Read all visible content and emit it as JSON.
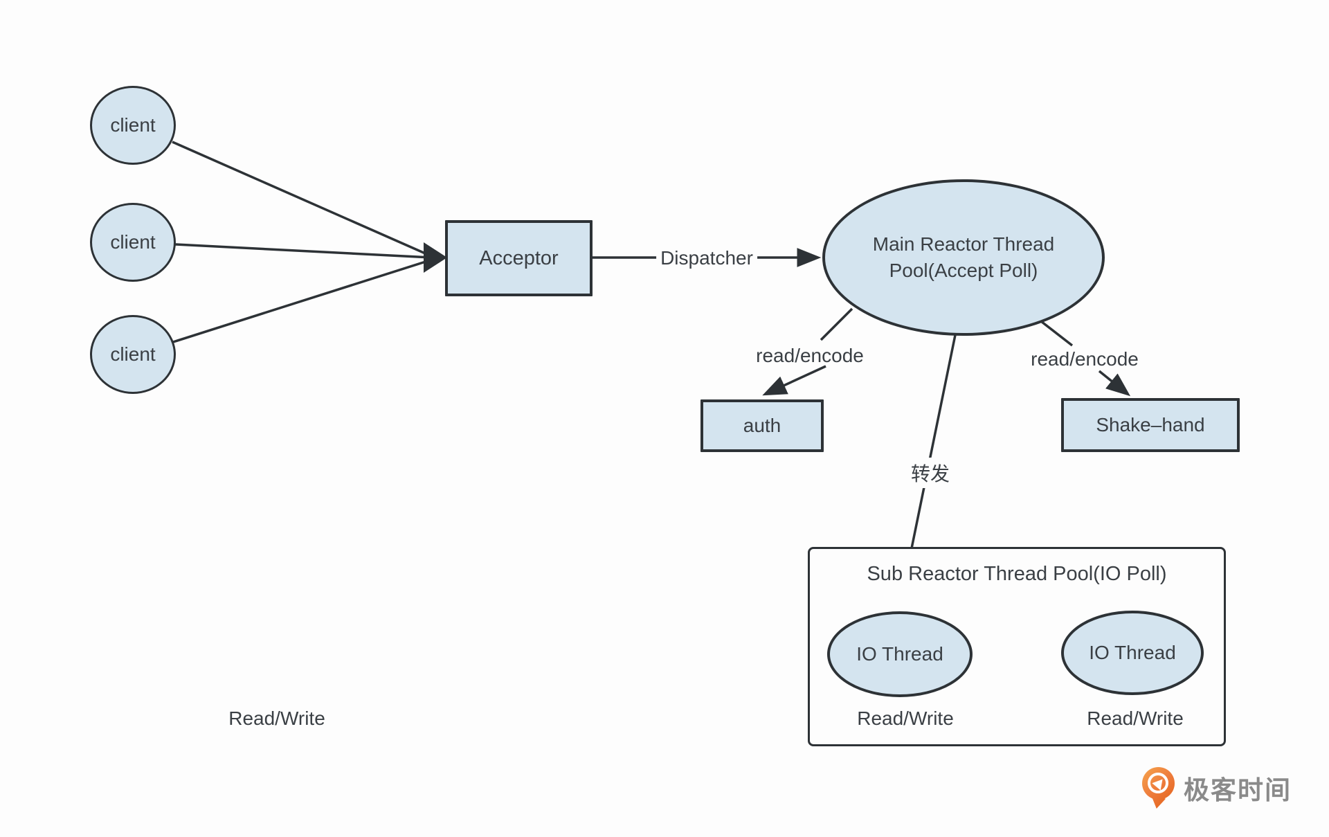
{
  "diagram": {
    "clients": [
      {
        "label": "client"
      },
      {
        "label": "client"
      },
      {
        "label": "client"
      }
    ],
    "acceptor": {
      "label": "Acceptor"
    },
    "dispatcher_label": "Dispatcher",
    "main_reactor": {
      "label": "Main Reactor Thread Pool(Accept Poll)"
    },
    "read_encode_left": "read/encode",
    "read_encode_right": "read/encode",
    "auth": {
      "label": "auth"
    },
    "shake_hand": {
      "label": "Shake–hand"
    },
    "forward_label": "转发",
    "sub_reactor": {
      "title": "Sub Reactor Thread Pool(IO Poll)",
      "io_threads": [
        {
          "label": "IO Thread",
          "caption": "Read/Write"
        },
        {
          "label": "IO Thread",
          "caption": "Read/Write"
        }
      ]
    },
    "read_write_note": "Read/Write",
    "colors": {
      "node_fill": "#d4e4ef",
      "stroke": "#2d3236",
      "logo_orange": "#ee7c3c",
      "logo_text_gray": "#8a8a8a"
    }
  },
  "branding": {
    "logo_text": "极客时间"
  }
}
